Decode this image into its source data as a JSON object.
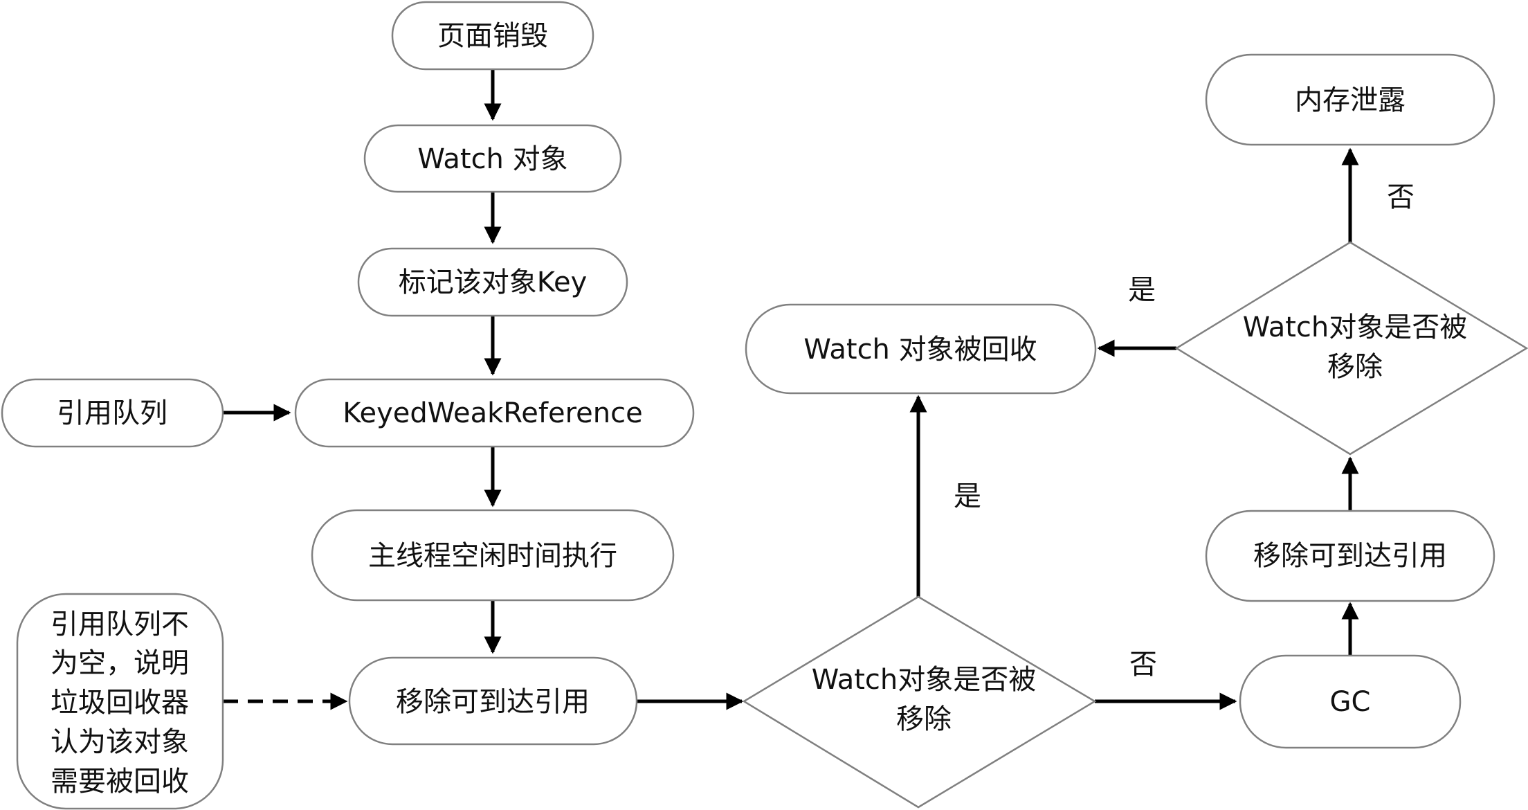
{
  "nodes": {
    "page_destroy": "页面销毁",
    "watch_object": "Watch 对象",
    "mark_key": "标记该对象Key",
    "ref_queue": "引用队列",
    "keyed_weak_ref": "KeyedWeakReference",
    "idle_exec": "主线程空闲时间执行",
    "note_lines": [
      "引用队列不",
      "为空，说明",
      "垃圾回收器",
      "认为该对象",
      "需要被回收"
    ],
    "remove_reachable_1": "移除可到达引用",
    "decision_1_lines": [
      "Watch对象是否被",
      "移除"
    ],
    "collected": "Watch 对象被回收",
    "gc": "GC",
    "remove_reachable_2": "移除可到达引用",
    "decision_2_lines": [
      "Watch对象是否被",
      "移除"
    ],
    "leak": "内存泄露"
  },
  "edges": {
    "yes_1": "是",
    "no_1": "否",
    "yes_2": "是",
    "no_2": "否"
  }
}
